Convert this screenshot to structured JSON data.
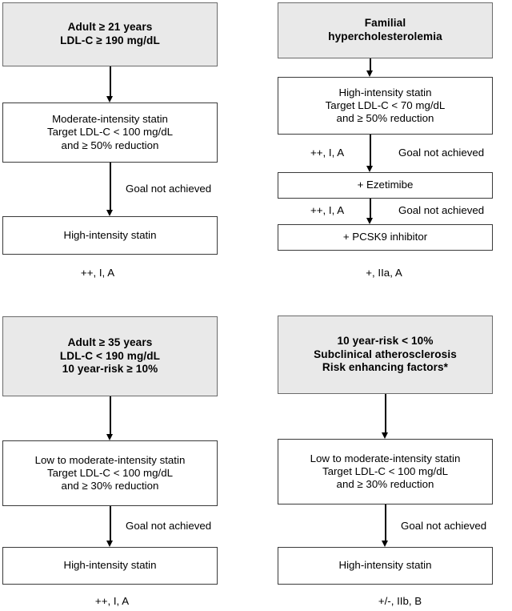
{
  "diagram": {
    "title": "Lipid-lowering treatment algorithm flowchart",
    "colors": {
      "shaded_fill": "#e9e9e9",
      "border": "#3a3a3a",
      "shaded_border": "#6b6b6b",
      "text": "#000000",
      "background": "#ffffff"
    }
  },
  "panels": [
    {
      "id": "panel-top-left",
      "nodes": [
        {
          "id": "tl-node-1",
          "style": "shaded",
          "lines": [
            "Adult ≥ 21 years",
            "LDL-C ≥ 190 mg/dL"
          ]
        },
        {
          "id": "tl-node-2",
          "style": "plain",
          "lines": [
            "Moderate-intensity statin",
            "Target LDL-C < 100 mg/dL",
            "and ≥ 50% reduction"
          ]
        },
        {
          "id": "tl-node-3",
          "style": "plain",
          "lines": [
            "High-intensity statin"
          ]
        }
      ],
      "edge_labels": [
        {
          "id": "tl-edge-1",
          "text": ""
        },
        {
          "id": "tl-edge-2",
          "text": "Goal not achieved"
        }
      ],
      "grade": "++, I, A"
    },
    {
      "id": "panel-top-right",
      "nodes": [
        {
          "id": "tr-node-1",
          "style": "shaded",
          "lines": [
            "Familial",
            "hypercholesterolemia"
          ]
        },
        {
          "id": "tr-node-2",
          "style": "plain",
          "lines": [
            "High-intensity statin",
            "Target LDL-C < 70 mg/dL",
            "and ≥ 50% reduction"
          ]
        },
        {
          "id": "tr-node-3",
          "style": "plain",
          "lines": [
            "+ Ezetimibe"
          ]
        },
        {
          "id": "tr-node-4",
          "style": "plain",
          "lines": [
            "+ PCSK9 inhibitor"
          ]
        }
      ],
      "edge_labels": [
        {
          "id": "tr-edge-1-grade",
          "text": "++, I, A"
        },
        {
          "id": "tr-edge-1-goal",
          "text": "Goal not achieved"
        },
        {
          "id": "tr-edge-2-grade",
          "text": "++, I, A"
        },
        {
          "id": "tr-edge-2-goal",
          "text": "Goal not achieved"
        }
      ],
      "grade": "+, IIa, A"
    },
    {
      "id": "panel-bottom-left",
      "nodes": [
        {
          "id": "bl-node-1",
          "style": "shaded",
          "lines": [
            "Adult ≥ 35 years",
            "LDL-C < 190 mg/dL",
            "10 year-risk ≥ 10%"
          ]
        },
        {
          "id": "bl-node-2",
          "style": "plain",
          "lines": [
            "Low to moderate-intensity statin",
            "Target LDL-C < 100 mg/dL",
            "and ≥ 30% reduction"
          ]
        },
        {
          "id": "bl-node-3",
          "style": "plain",
          "lines": [
            "High-intensity statin"
          ]
        }
      ],
      "edge_labels": [
        {
          "id": "bl-edge-1",
          "text": ""
        },
        {
          "id": "bl-edge-2",
          "text": "Goal not achieved"
        }
      ],
      "grade": "++, I, A"
    },
    {
      "id": "panel-bottom-right",
      "nodes": [
        {
          "id": "br-node-1",
          "style": "shaded",
          "lines": [
            "10 year-risk < 10%",
            "Subclinical atherosclerosis",
            "Risk enhancing factors*"
          ]
        },
        {
          "id": "br-node-2",
          "style": "plain",
          "lines": [
            "Low to moderate-intensity statin",
            "Target LDL-C < 100 mg/dL",
            "and ≥ 30% reduction"
          ]
        },
        {
          "id": "br-node-3",
          "style": "plain",
          "lines": [
            "High-intensity statin"
          ]
        }
      ],
      "edge_labels": [
        {
          "id": "br-edge-1",
          "text": ""
        },
        {
          "id": "br-edge-2",
          "text": "Goal not achieved"
        }
      ],
      "grade": "+/-, IIb, B"
    }
  ]
}
